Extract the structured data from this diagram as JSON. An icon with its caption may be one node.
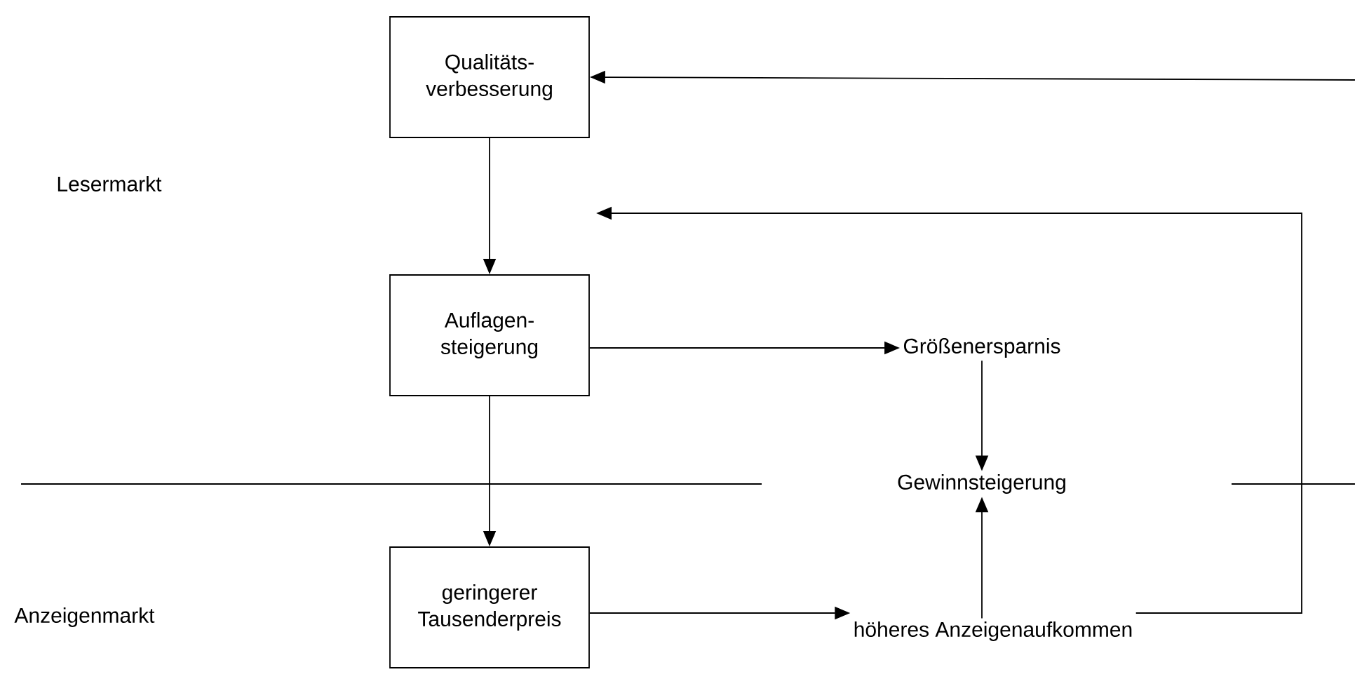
{
  "diagram": {
    "nodes": [
      {
        "text": [
          "Qualitäts- verbesserung"
        ]
      },
      {
        "text": [
          "Auflagen- steigerung"
        ]
      },
      {
        "text": [
          "Größenersparnis"
        ]
      },
      {
        "text": [
          "Gewinnsteigerung"
        ]
      },
      {
        "text": [
          "geringerer Tausenderpreis"
        ]
      },
      {
        "text": [
          "höheres Anzeigenaufkommen"
        ]
      }
    ],
    "edges": [
      {
        "from": null,
        "to": 0,
        "arrow": "to"
      },
      {
        "from": 0,
        "to": 1,
        "arrow": "to"
      },
      {
        "from": 5,
        "to": null,
        "arrow": "to"
      },
      {
        "from": 1,
        "to": 2,
        "arrow": "to"
      },
      {
        "from": 1,
        "to": 4,
        "arrow": "to"
      },
      {
        "from": 2,
        "to": 3,
        "arrow": "to"
      },
      {
        "from": 5,
        "to": 3,
        "arrow": "to"
      },
      {
        "from": 4,
        "to": 5,
        "arrow": "to"
      }
    ],
    "labels": [
      "Lesermarkt",
      "Anzeigenmarkt"
    ]
  }
}
